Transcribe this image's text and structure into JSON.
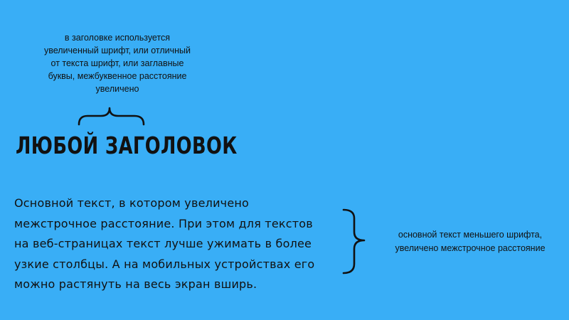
{
  "colors": {
    "background": "#39AEF6",
    "text": "#111111"
  },
  "heading_note": {
    "lines": [
      "в заголовке используется",
      "увеличенный шрифт, или отличный",
      "от текста шрифт, или заглавные",
      "буквы, межбуквенное расстояние",
      "увеличено"
    ]
  },
  "heading": {
    "text": "ЛЮБОЙ ЗАГОЛОВОК"
  },
  "body": {
    "lines": [
      "Основной текст, в котором увеличено",
      "межстрочное расстояние. При этом для текстов",
      "на веб-страницах текст лучше ужимать в более",
      "узкие столбцы. А на мобильных устройствах его",
      "можно растянуть на весь экран вширь."
    ]
  },
  "body_note": {
    "lines": [
      "основной текст меньшего шрифта,",
      "увеличено межстрочное расстояние"
    ]
  },
  "icons": {
    "top_brace": "curly-brace-icon",
    "right_brace": "curly-brace-icon"
  }
}
